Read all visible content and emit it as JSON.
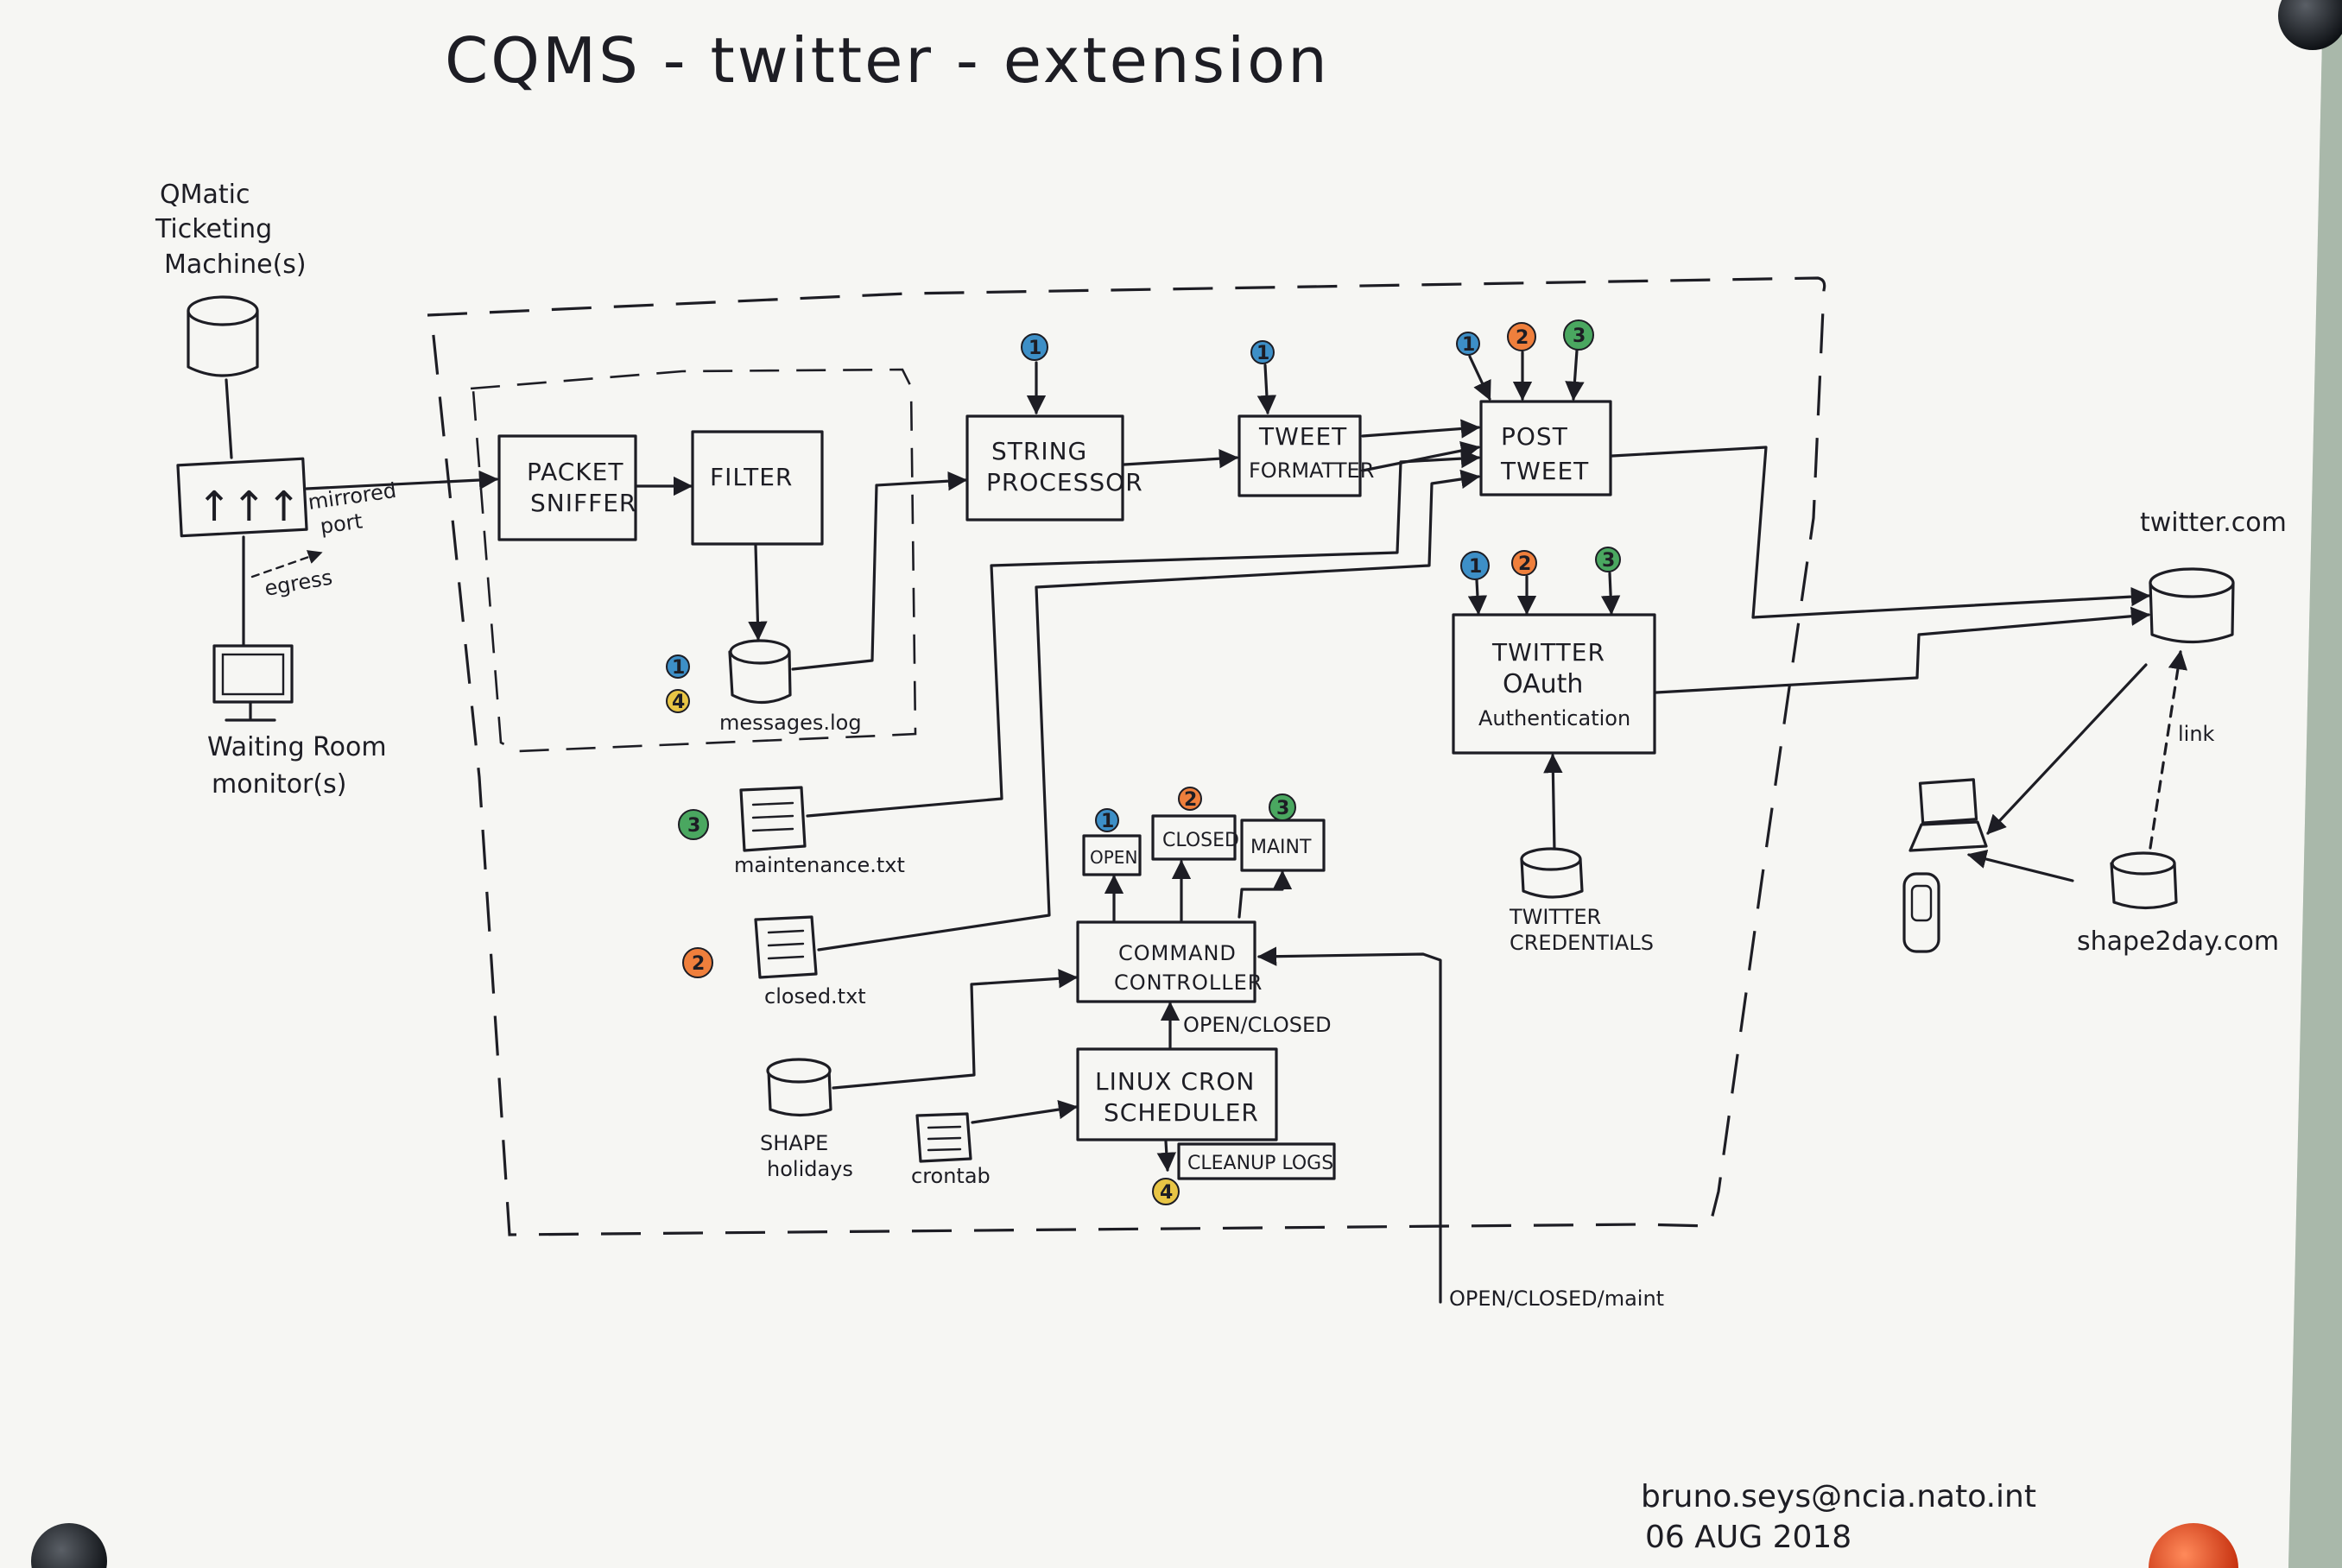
{
  "title": "CQMS - twitter - extension",
  "colors": {
    "badge_1": "#3d8fc7",
    "badge_2": "#ef7f3c",
    "badge_3": "#4aa760",
    "badge_4": "#e8c545",
    "paper": "#f6f6f3",
    "ink": "#1d1d24"
  },
  "nodes": {
    "qmatic_line1": "QMatic",
    "qmatic_line2": "Ticketing",
    "qmatic_line3": "Machine(s)",
    "switch_arrows": "↑↑↑",
    "waiting_line1": "Waiting Room",
    "waiting_line2": "monitor(s)",
    "mirrored_line1": "mirrored",
    "mirrored_line2": "port",
    "egress": "egress",
    "packet_line1": "PACKET",
    "packet_line2": "SNIFFER",
    "filter": "FILTER",
    "messages_log": "messages.log",
    "string_line1": "STRING",
    "string_line2": "PROCESSOR",
    "formatter_line1": "TWEET",
    "formatter_line2": "FORMATTER",
    "post_line1": "POST",
    "post_line2": "TWEET",
    "oauth_line1": "TWITTER",
    "oauth_line2": "OAuth",
    "oauth_line3": "Authentication",
    "credentials_line1": "TWITTER",
    "credentials_line2": "CREDENTIALS",
    "maintenance_txt": "maintenance.txt",
    "closed_txt": "closed.txt",
    "open_box": "OPEN",
    "closed_box": "CLOSED",
    "maint_box": "MAINT",
    "command_line1": "COMMAND",
    "command_line2": "CONTROLLER",
    "open_closed": "OPEN/CLOSED",
    "cron_line1": "LINUX CRON",
    "cron_line2": "SCHEDULER",
    "cleanup_logs": "CLEANUP LOGS",
    "shape_holidays_line1": "SHAPE",
    "shape_holidays_line2": "holidays",
    "crontab": "crontab",
    "open_closed_maint": "OPEN/CLOSED/maint",
    "twitter_com": "twitter.com",
    "shape2day": "shape2day.com",
    "link": "link"
  },
  "badges": {
    "string_proc": "1",
    "formatter": "1",
    "post_1": "1",
    "post_2": "2",
    "post_3": "3",
    "oauth_1": "1",
    "oauth_2": "2",
    "oauth_3": "3",
    "log_1": "1",
    "log_4": "4",
    "maintenance": "3",
    "closed": "2",
    "open_box": "1",
    "closed_box": "2",
    "maint_box": "3",
    "cleanup": "4"
  },
  "signature": {
    "email": "bruno.seys@ncia.nato.int",
    "date": "06 AUG 2018"
  }
}
